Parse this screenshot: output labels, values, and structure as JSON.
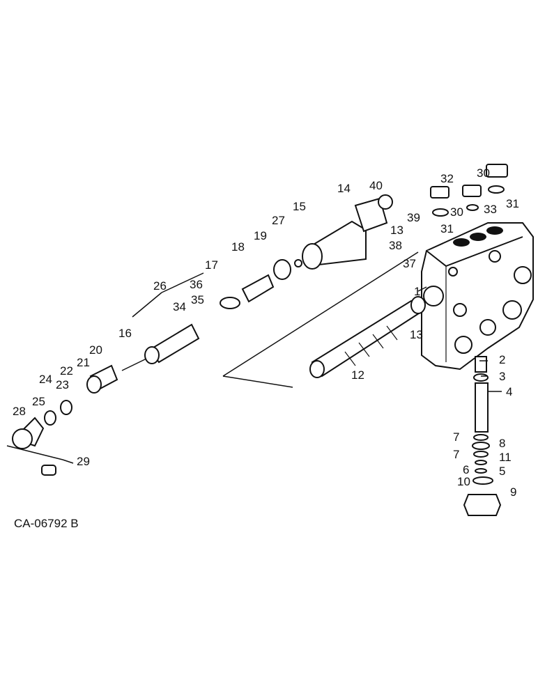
{
  "diagram_code": "CA-06792 B",
  "callouts": [
    "1",
    "2",
    "3",
    "4",
    "5",
    "6",
    "7",
    "7",
    "8",
    "9",
    "10",
    "11",
    "12",
    "13",
    "13",
    "14",
    "15",
    "16",
    "17",
    "18",
    "19",
    "20",
    "21",
    "22",
    "23",
    "24",
    "25",
    "26",
    "27",
    "28",
    "29",
    "30",
    "30",
    "31",
    "31",
    "32",
    "33",
    "34",
    "35",
    "36",
    "37",
    "38",
    "39",
    "40"
  ]
}
